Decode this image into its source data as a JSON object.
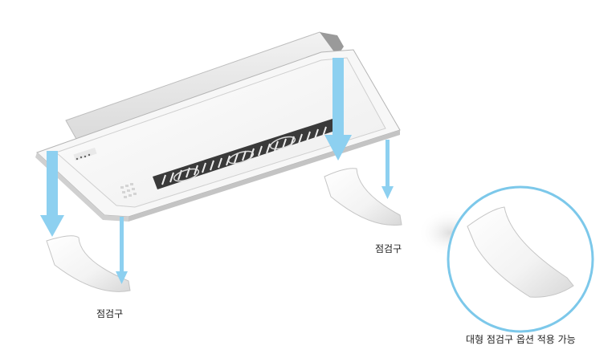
{
  "labels": {
    "left_panel": "점검구",
    "right_panel": "점검구",
    "option": "대형 점검구 옵션 적용 가능"
  },
  "colors": {
    "arrow": "#8dd0f0",
    "circle": "#7cc8ea",
    "unit_body": "#ffffff",
    "unit_shade": "#e6e6e6",
    "vent": "#2a2a2a"
  }
}
